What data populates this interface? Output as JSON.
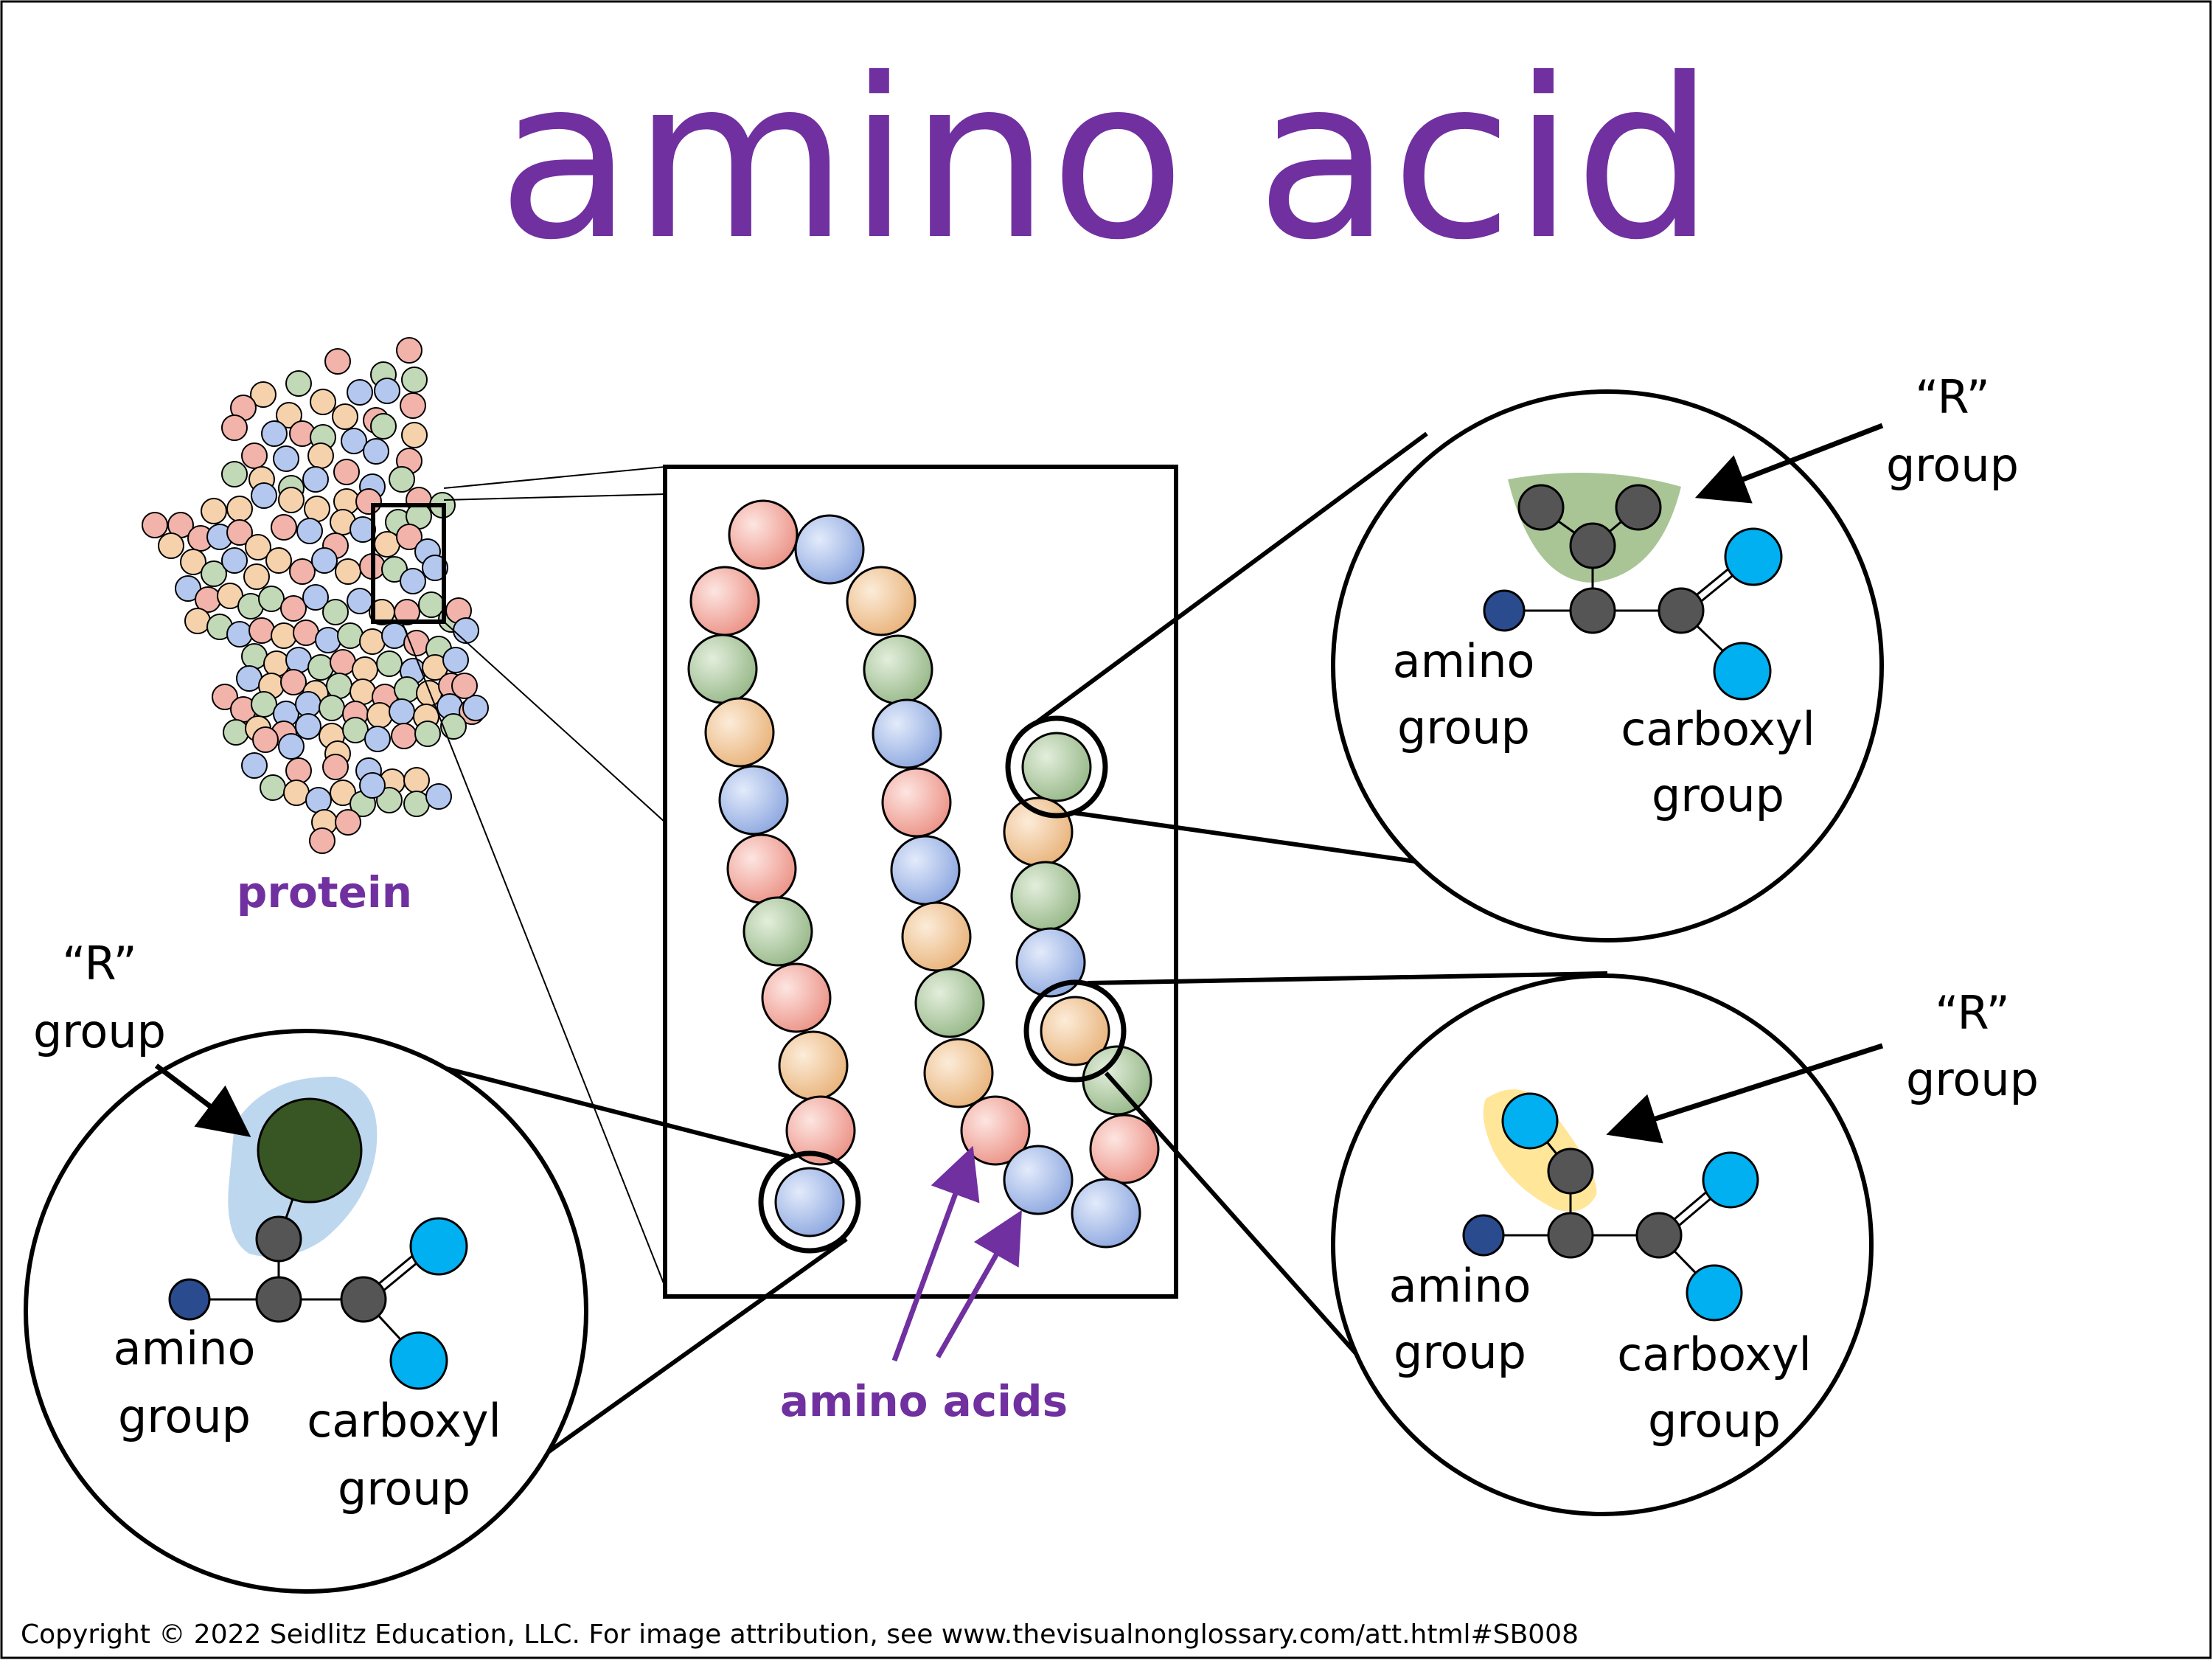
{
  "title": "amino acid",
  "protein_label": "protein",
  "amino_acids_label": "amino acids",
  "copyright": "Copyright © 2022 Seidlitz Education, LLC.  For image attribution, see www.thevisualnonglossary.com/att.html#SB008",
  "colors": {
    "title": "#7030a0",
    "bead_red": "#f2a99f",
    "bead_blue": "#a9bfec",
    "bead_orange": "#f3c99b",
    "bead_green": "#b4cfa6",
    "atom_gray": "#555555",
    "atom_navy": "#2a4b8d",
    "atom_cyan": "#00b0f0",
    "r_green_dark": "#375623",
    "r_halo_blue": "#bdd7ee",
    "r_halo_green": "#a9c596",
    "r_halo_yellow": "#ffe699"
  },
  "bubbles": {
    "top_right": {
      "r_group": [
        "“R”",
        "group"
      ],
      "amino": [
        "amino",
        "group"
      ],
      "carboxyl": [
        "carboxyl",
        "group"
      ]
    },
    "bottom_right": {
      "r_group": [
        "“R”",
        "group"
      ],
      "amino": [
        "amino",
        "group"
      ],
      "carboxyl": [
        "carboxyl",
        "group"
      ]
    },
    "bottom_left": {
      "r_group": [
        "“R”",
        "group"
      ],
      "amino": [
        "amino",
        "group"
      ],
      "carboxyl": [
        "carboxyl",
        "group"
      ]
    }
  },
  "icons": [
    "arrow-icon",
    "magnify-circle-icon"
  ]
}
